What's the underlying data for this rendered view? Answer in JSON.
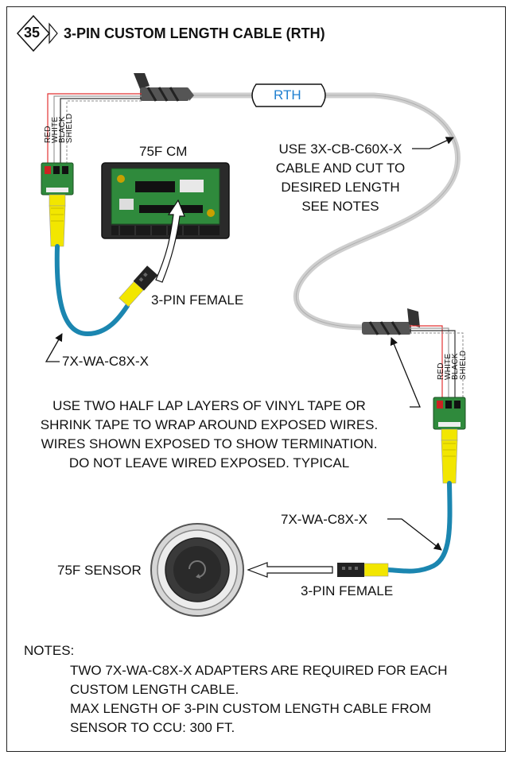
{
  "header": {
    "number": "35",
    "title": "3-PIN CUSTOM LENGTH CABLE (RTH)"
  },
  "labels": {
    "rth": "RTH",
    "cm": "75F CM",
    "cable_callout": [
      "USE 3X-CB-C60X-X",
      "CABLE AND CUT TO",
      "DESIRED LENGTH",
      "SEE NOTES"
    ],
    "female_top": "3-PIN FEMALE",
    "adapter_top": "7X-WA-C8X-X",
    "tape_note": [
      "USE TWO HALF LAP LAYERS OF VINYL TAPE OR",
      "SHRINK TAPE TO WRAP AROUND EXPOSED WIRES.",
      "WIRES SHOWN EXPOSED TO SHOW TERMINATION.",
      "DO NOT LEAVE WIRED EXPOSED. TYPICAL"
    ],
    "adapter_bottom": "7X-WA-C8X-X",
    "sensor": "75F SENSOR",
    "female_bottom": "3-PIN FEMALE",
    "wires": [
      "RED",
      "WHITE",
      "BLACK",
      "SHIELD"
    ]
  },
  "notes": {
    "heading": "NOTES:",
    "lines": [
      "TWO 7X-WA-C8X-X ADAPTERS ARE REQUIRED FOR EACH",
      "CUSTOM LENGTH CABLE.",
      "MAX LENGTH OF 3-PIN CUSTOM LENGTH CABLE FROM",
      "SENSOR TO CCU: 300 FT."
    ]
  },
  "colors": {
    "cable_gray": "#cfcfcf",
    "cable_blue": "#1b86b0",
    "connector_yellow": "#f2e600",
    "board_green": "#2f8a3c",
    "tape_dark": "#4a4a4a",
    "wire_red": "#e23232",
    "rth_blue": "#1f7fd0"
  }
}
